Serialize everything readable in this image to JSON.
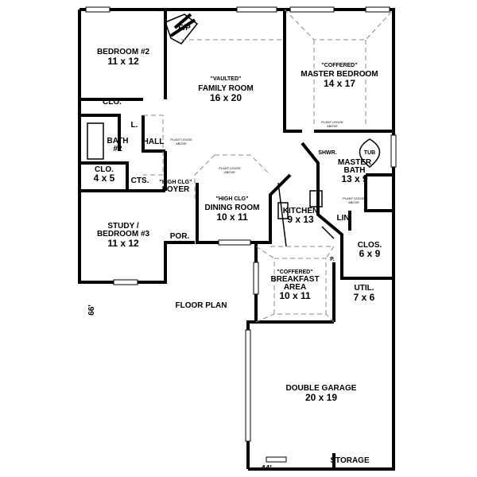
{
  "title": "FLOOR PLAN",
  "dimensions": {
    "width": "44'",
    "depth": "66'"
  },
  "rooms": {
    "bedroom2": {
      "name": "BEDROOM #2",
      "size": "11 x 12"
    },
    "family": {
      "note": "\"VAULTED\"",
      "name": "FAMILY ROOM",
      "size": "16 x 20"
    },
    "master": {
      "note": "\"COFFERED\"",
      "name": "MASTER BEDROOM",
      "size": "14 x 17"
    },
    "fireplace": {
      "name": "F/P"
    },
    "clo_top": {
      "name": "CLO."
    },
    "linen_l": {
      "name": "L."
    },
    "bath2": {
      "name": "BATH",
      "name2": "#2"
    },
    "hall": {
      "name": "HALL"
    },
    "clo45": {
      "name": "CLO.",
      "size": "4 x 5"
    },
    "cts": {
      "name": "CTS."
    },
    "foyer": {
      "note": "\"HIGH CLG\"",
      "name": "FOYER"
    },
    "dining": {
      "note": "\"HIGH CLG\"",
      "name": "DINING ROOM",
      "size": "10 x 11"
    },
    "kitchen": {
      "name": "KITCHEN",
      "size": "9 x 13"
    },
    "shower": {
      "name": "SHWR."
    },
    "tub": {
      "name": "TUB"
    },
    "master_bath": {
      "name": "MASTER",
      "name2": "BATH",
      "size": "13 x 9"
    },
    "lin": {
      "name": "LIN."
    },
    "study": {
      "name": "STUDY /",
      "name2": "BEDROOM #3",
      "size": "11 x 12"
    },
    "porch": {
      "name": "POR."
    },
    "clos69": {
      "name": "CLOS.",
      "size": "6 x 9"
    },
    "pantry": {
      "name": "P."
    },
    "breakfast": {
      "note": "\"COFFERED\"",
      "name": "BREAKFAST",
      "name2": "AREA",
      "size": "10 x 11"
    },
    "util": {
      "name": "UTIL.",
      "size": "7 x 6"
    },
    "garage": {
      "name": "DOUBLE GARAGE",
      "size": "20 x 19"
    },
    "storage": {
      "name": "STORAGE"
    }
  },
  "annotations": {
    "plant_ledge": "PLANT LEDGE",
    "above": "ABOVE"
  }
}
